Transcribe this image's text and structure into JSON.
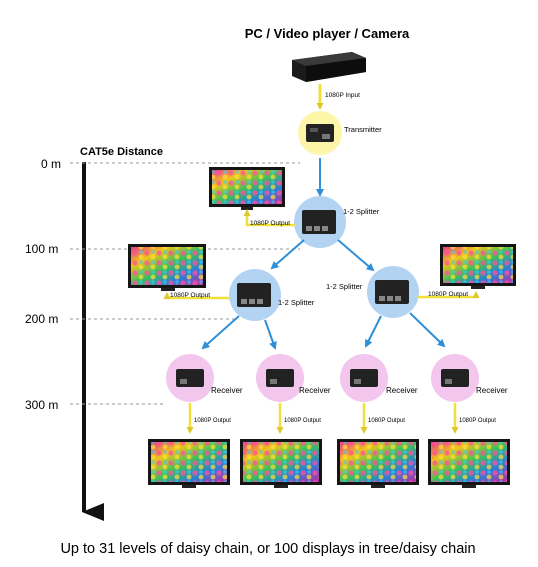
{
  "title": "PC / Video player / Camera",
  "source_input_label": "1080P Input",
  "transmitter_label": "Transmitter",
  "axis_title": "CAT5e Distance",
  "distance_ticks": [
    "0 m",
    "100 m",
    "200 m",
    "300 m"
  ],
  "splitter_label": "1-2 Splitter",
  "output_label": "1080P Output",
  "receiver_label": "Receiver",
  "footer": "Up to 31 levels of daisy chain, or 100 displays in tree/daisy chain",
  "colors": {
    "transmitter_circle": "#fdf6a8",
    "splitter_circle": "#b3d3f2",
    "receiver_circle": "#f3c6ee",
    "blue_arrow": "#2f8fd8",
    "yellow_link": "#f2e03a",
    "axis": "#111111"
  }
}
